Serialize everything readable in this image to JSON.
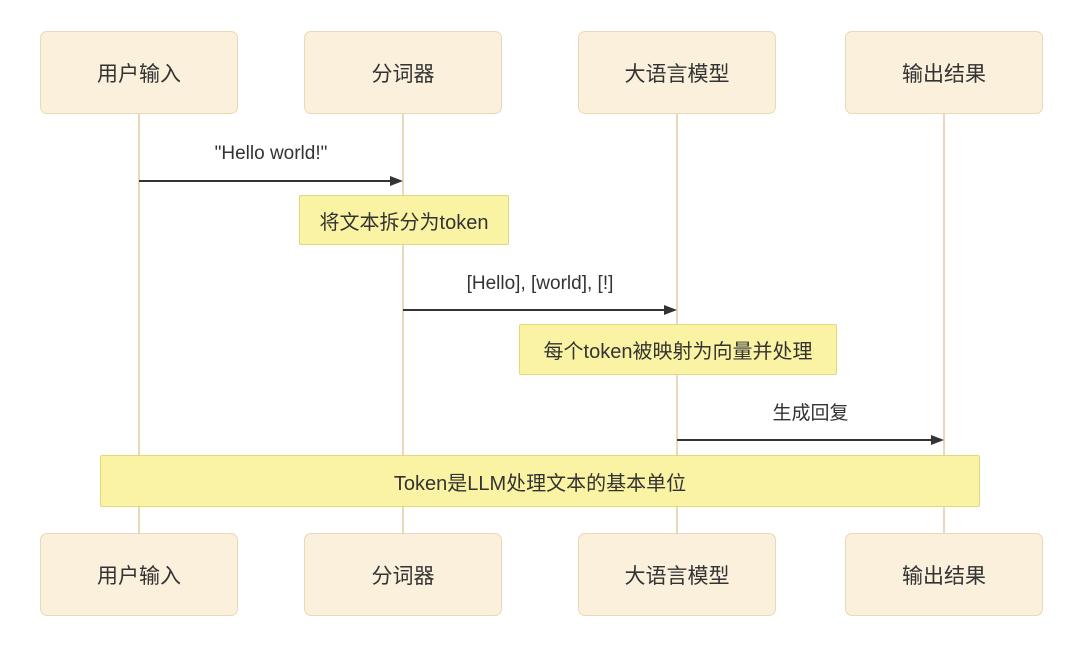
{
  "diagram": {
    "kind": "sequence-diagram",
    "background": "#ffffff",
    "actors": [
      {
        "id": "user-input",
        "label": "用户输入"
      },
      {
        "id": "tokenizer",
        "label": "分词器"
      },
      {
        "id": "llm",
        "label": "大语言模型"
      },
      {
        "id": "output",
        "label": "输出结果"
      }
    ],
    "messages": [
      {
        "from": "用户输入",
        "to": "分词器",
        "label": "\"Hello world!\"",
        "arrow": "solid-filled-head"
      },
      {
        "from": "分词器",
        "to": "大语言模型",
        "label": "[Hello], [world], [!]",
        "arrow": "solid-filled-head"
      },
      {
        "from": "大语言模型",
        "to": "输出结果",
        "label": "生成回复",
        "arrow": "solid-filled-head"
      }
    ],
    "notes": [
      {
        "over": [
          "分词器"
        ],
        "label": "将文本拆分为token"
      },
      {
        "over": [
          "大语言模型"
        ],
        "label": "每个token被映射为向量并处理"
      },
      {
        "over": [
          "用户输入",
          "分词器",
          "大语言模型",
          "输出结果"
        ],
        "label": "Token是LLM处理文本的基本单位"
      }
    ],
    "colors": {
      "actor_fill": "#FAF0DC",
      "actor_border": "#EBD8B8",
      "lifeline": "#EBD8B8",
      "note_fill": "#FAF3A3",
      "note_border": "#E3D87E",
      "arrow": "#333333",
      "text": "#333333"
    }
  }
}
